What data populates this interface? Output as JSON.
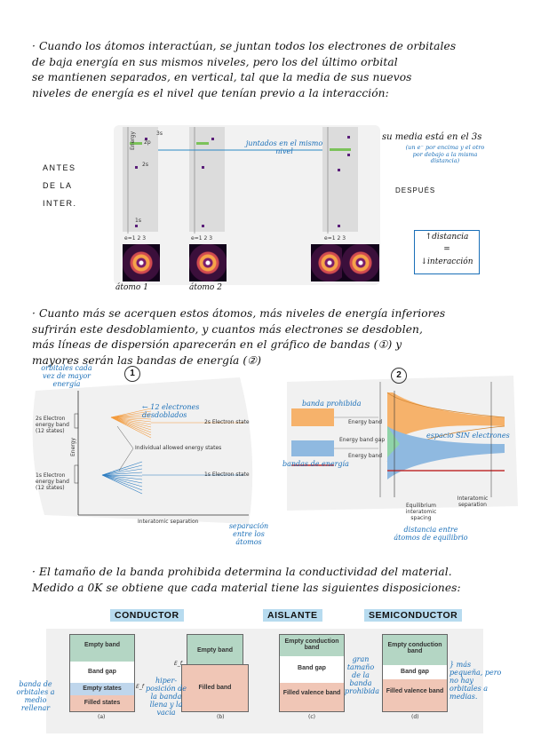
{
  "intro": {
    "line1": "· Cuando los átomos interactúan, se juntan todos los electrones de orbitales",
    "line2": "de baja energía en sus mismos niveles, pero los del último orbital",
    "line3": "se mantienen separados, en vertical, tal que la media de sus nuevos",
    "line4": "niveles de energía es el nivel que tenían previo a la interacción:"
  },
  "fig1": {
    "antes": [
      "ANTES",
      "DE LA",
      "INTER."
    ],
    "despues": "DESPUÉS",
    "juntados": "juntados en el mismo nivel",
    "media": "su media está en el 3s",
    "media_note": "(un e⁻ por encima y el otro por debajo a la misma distancia)",
    "atomo1": "átomo 1",
    "atomo2": "átomo 2",
    "energy_label": "Energy",
    "levels": [
      "3s",
      "2p",
      "2s",
      "1s"
    ],
    "ticks": [
      "e=1",
      "2",
      "3"
    ],
    "box_line1": "↑distancia",
    "box_line2": "=",
    "box_line3": "↓interacción"
  },
  "para2": {
    "line1": "· Cuanto más se acerquen estos átomos, más niveles de energía inferiores",
    "line2": "sufrirán este desdoblamiento, y cuantos más electrones se desdoblen,",
    "line3": "más líneas de dispersión aparecerán en el gráfico de bandas (①) y",
    "line4": "mayores serán las bandas de energía (②)"
  },
  "fig2": {
    "circle1": "1",
    "circle2": "2",
    "orbitales_note": "orbitales cada vez de mayor energía",
    "doce_e": "← 12 electrones desdoblados",
    "e2s_band": "2s Electron energy band (12 states)",
    "e1s_band": "1s Electron energy band (12 states)",
    "e2s_state": "2s Electron state",
    "e1s_state": "1s Electron state",
    "individual": "Individual allowed energy states",
    "energy_axis": "Energy",
    "inter_sep": "Interatomic separation",
    "separacion": "separación entre los átomos",
    "banda_prohibida": "banda prohibida",
    "energy_band": "Energy band",
    "energy_band_gap": "Energy band gap",
    "espacio_sin": "espacio SIN electrones",
    "bandas_energia": "bandas de energía",
    "equilibrium": "Equilibrium interatomic spacing",
    "interatomic_separation": "Interatomic separation",
    "distancia_eq": "distancia entre átomos de equilibrio"
  },
  "para3": {
    "line1": "· El tamaño de la banda prohibida determina la conductividad del material.",
    "line2": "Medido a 0K se obtiene que cada material tiene las siguientes disposiciones:"
  },
  "fig3": {
    "conductor": "CONDUCTOR",
    "aislante": "AISLANTE",
    "semiconductor": "SEMICONDUCTOR",
    "a": {
      "empty_band": "Empty band",
      "band_gap": "Band gap",
      "empty_states": "Empty states",
      "filled_states": "Filled states",
      "ef": "E_f",
      "cap": "(a)"
    },
    "b": {
      "empty_band": "Empty band",
      "filled_band": "Filled band",
      "ef": "E_f",
      "cap": "(b)"
    },
    "c": {
      "empty_cond": "Empty conduction band",
      "band_gap": "Band gap",
      "filled_val": "Filled valence band",
      "cap": "(c)"
    },
    "d": {
      "empty_cond": "Empty conduction band",
      "band_gap": "Band gap",
      "filled_val": "Filled valence band",
      "cap": "(d)"
    },
    "note_a": "banda de orbitales a medio rellenar",
    "note_b": "hiper-posición de la banda llena y la vacía",
    "note_c": "gran tamaño de la banda prohibida",
    "note_d": "} más pequeña, pero no hay orbitales a medias."
  }
}
